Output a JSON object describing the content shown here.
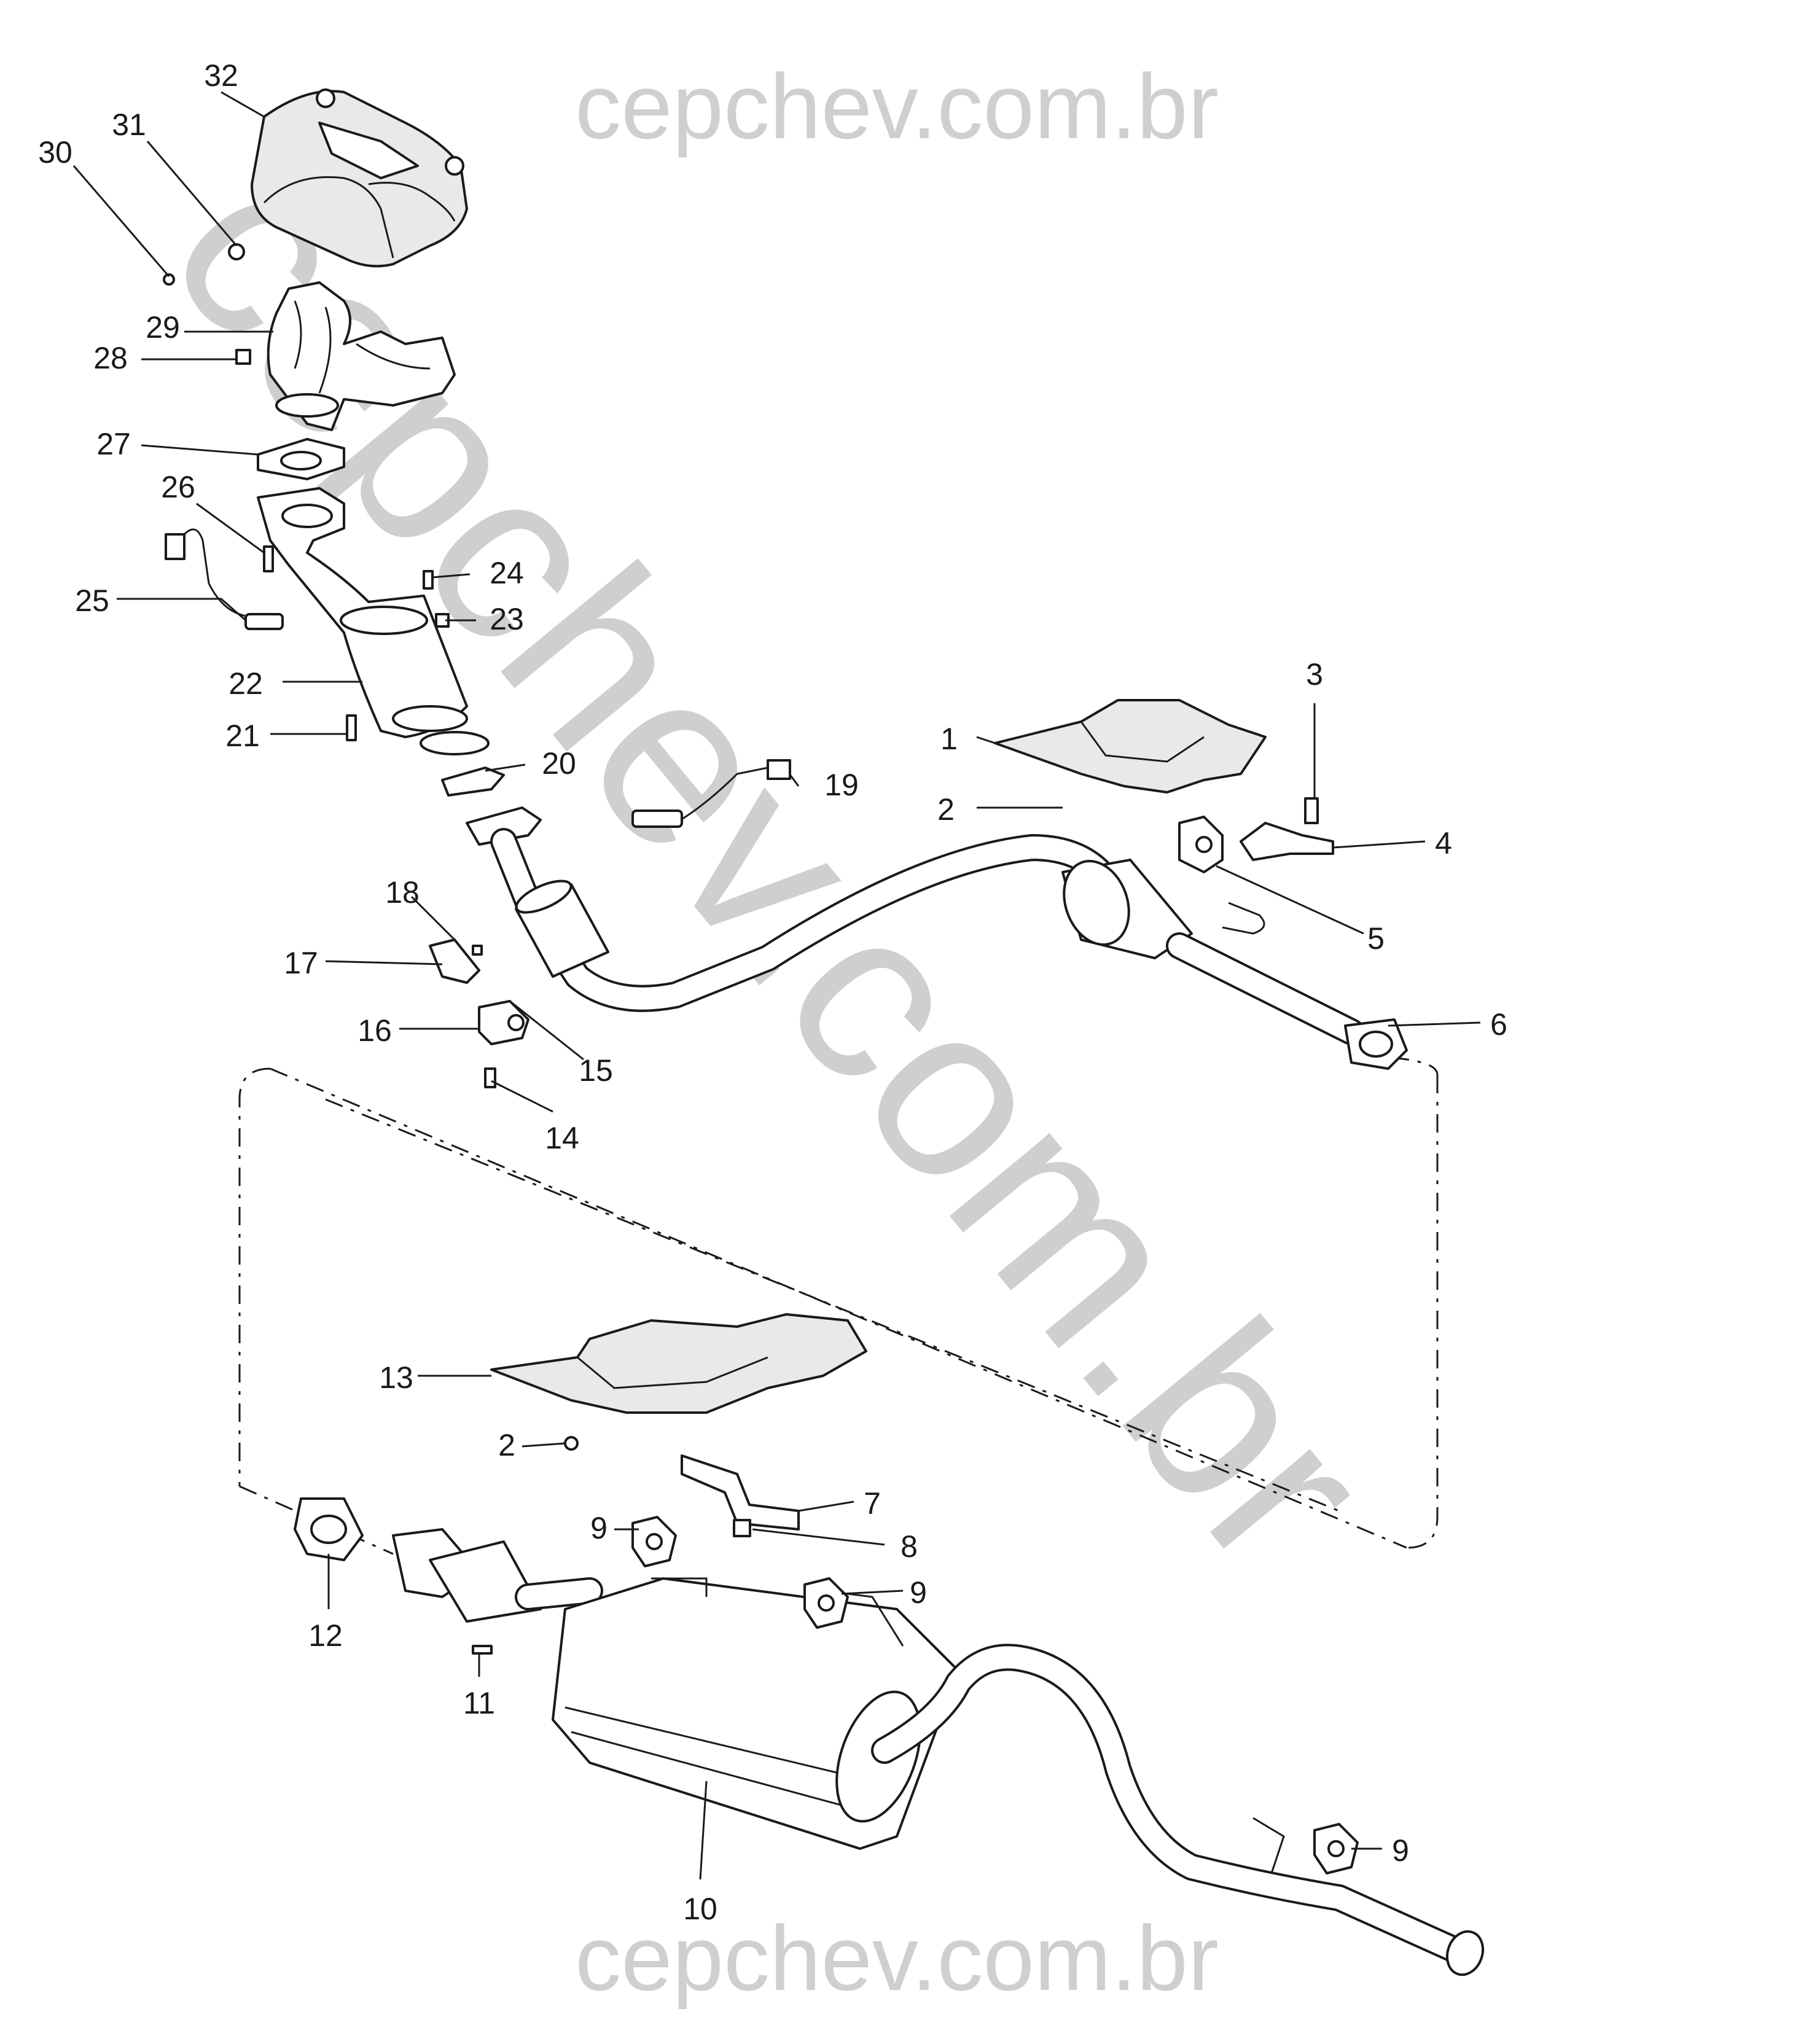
{
  "watermark": {
    "text": "cepchev.com.br",
    "color": "#cfcfcf"
  },
  "callouts": [
    {
      "id": "c1",
      "label": "1"
    },
    {
      "id": "c2a",
      "label": "2"
    },
    {
      "id": "c2b",
      "label": "2"
    },
    {
      "id": "c3",
      "label": "3"
    },
    {
      "id": "c4",
      "label": "4"
    },
    {
      "id": "c5",
      "label": "5"
    },
    {
      "id": "c6",
      "label": "6"
    },
    {
      "id": "c7",
      "label": "7"
    },
    {
      "id": "c8",
      "label": "8"
    },
    {
      "id": "c9a",
      "label": "9"
    },
    {
      "id": "c9b",
      "label": "9"
    },
    {
      "id": "c9c",
      "label": "9"
    },
    {
      "id": "c10",
      "label": "10"
    },
    {
      "id": "c11",
      "label": "11"
    },
    {
      "id": "c12",
      "label": "12"
    },
    {
      "id": "c13",
      "label": "13"
    },
    {
      "id": "c14",
      "label": "14"
    },
    {
      "id": "c15",
      "label": "15"
    },
    {
      "id": "c16",
      "label": "16"
    },
    {
      "id": "c17",
      "label": "17"
    },
    {
      "id": "c18",
      "label": "18"
    },
    {
      "id": "c19",
      "label": "19"
    },
    {
      "id": "c20",
      "label": "20"
    },
    {
      "id": "c21",
      "label": "21"
    },
    {
      "id": "c22",
      "label": "22"
    },
    {
      "id": "c23",
      "label": "23"
    },
    {
      "id": "c24",
      "label": "24"
    },
    {
      "id": "c25",
      "label": "25"
    },
    {
      "id": "c26",
      "label": "26"
    },
    {
      "id": "c27",
      "label": "27"
    },
    {
      "id": "c28",
      "label": "28"
    },
    {
      "id": "c29",
      "label": "29"
    },
    {
      "id": "c30",
      "label": "30"
    },
    {
      "id": "c31",
      "label": "31"
    },
    {
      "id": "c32",
      "label": "32"
    }
  ]
}
